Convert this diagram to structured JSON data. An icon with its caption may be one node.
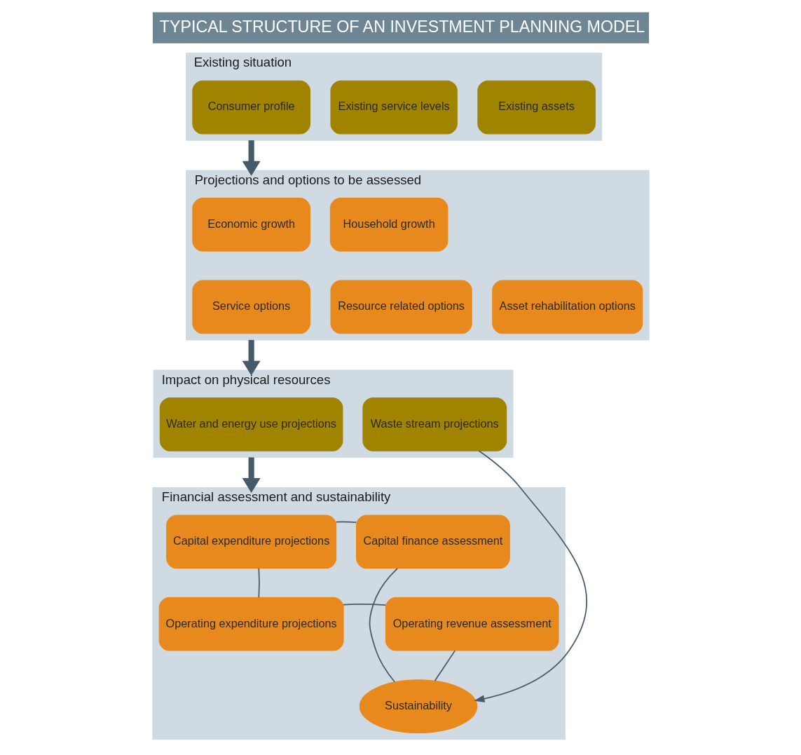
{
  "diagram": {
    "title": "TYPICAL STRUCTURE OF AN INVESTMENT PLANNING MODEL",
    "nodes": [
      {
        "text": [
          "Existing situation"
        ]
      },
      {
        "text": [
          "Consumer profile"
        ],
        "in": 0
      },
      {
        "text": [
          "Existing service levels"
        ],
        "in": 0
      },
      {
        "text": [
          "Existing assets"
        ],
        "in": 0
      },
      {
        "text": [
          "Projections and options to be assessed"
        ]
      },
      {
        "text": [
          "Economic growth"
        ],
        "in": 4
      },
      {
        "text": [
          "Household growth"
        ],
        "in": 4
      },
      {
        "text": [
          "Service options"
        ],
        "in": 4
      },
      {
        "text": [
          "Resource related options"
        ],
        "in": 4
      },
      {
        "text": [
          "Asset rehabilitation options"
        ],
        "in": 4
      },
      {
        "text": [
          "Impact on physical resources"
        ]
      },
      {
        "text": [
          "Water and energy use projections"
        ],
        "in": 10
      },
      {
        "text": [
          "Waste stream projections"
        ],
        "in": 10
      },
      {
        "text": [
          "Financial assessment and sustainability"
        ]
      },
      {
        "text": [
          "Capital expenditure projections"
        ],
        "in": 13
      },
      {
        "text": [
          "Capital finance assessment"
        ],
        "in": 13
      },
      {
        "text": [
          "Operating expenditure projections"
        ],
        "in": 13
      },
      {
        "text": [
          "Operating revenue assessment"
        ],
        "in": 13
      },
      {
        "text": [
          "Sustainability"
        ],
        "in": 13
      }
    ],
    "edges": [
      {
        "from": 0,
        "to": 4,
        "arrow": "to",
        "style": "thick"
      },
      {
        "from": 4,
        "to": 10,
        "arrow": "to",
        "style": "thick"
      },
      {
        "from": 10,
        "to": 13,
        "arrow": "to",
        "style": "thick"
      },
      {
        "from": 12,
        "to": 18,
        "arrow": "to"
      },
      {
        "from": 14,
        "to": 15,
        "arrow": "none"
      },
      {
        "from": 14,
        "to": 16,
        "arrow": "none"
      },
      {
        "from": 16,
        "to": 17,
        "arrow": "none"
      },
      {
        "from": 15,
        "to": 18,
        "arrow": "none"
      },
      {
        "from": 17,
        "to": 18,
        "arrow": "none"
      }
    ]
  }
}
